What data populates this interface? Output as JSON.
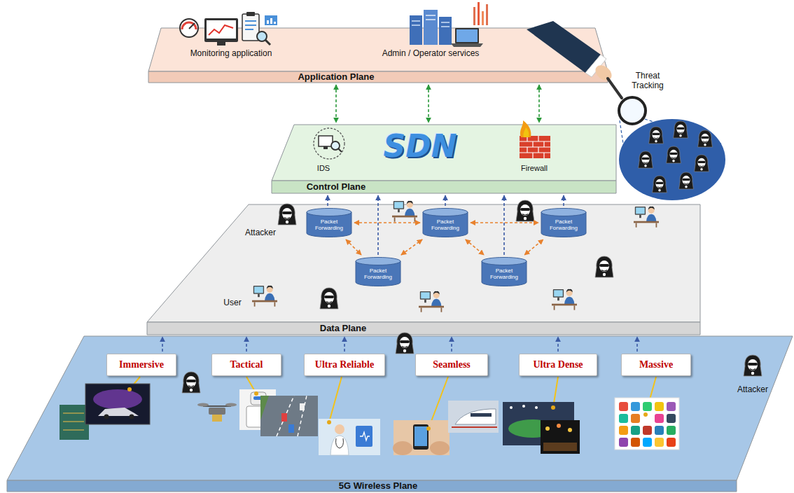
{
  "diagram": {
    "nodes": [
      {
        "text": [
          "Application Plane"
        ]
      },
      {
        "text": [
          "Control Plane"
        ]
      },
      {
        "text": [
          "Data Plane"
        ]
      },
      {
        "text": [
          "Packet Forwarding"
        ],
        "in": 2
      },
      {
        "text": [
          "Packet Forwarding"
        ],
        "in": 2
      },
      {
        "text": [
          "Packet Forwarding"
        ],
        "in": 2
      },
      {
        "text": [
          "Packet Forwarding"
        ],
        "in": 2
      },
      {
        "text": [
          "Packet Forwarding"
        ],
        "in": 2
      },
      {
        "text": [
          "5G Wireless Plane"
        ]
      },
      {
        "text": [
          "Immersive"
        ],
        "in": 8
      },
      {
        "text": [
          "Tactical"
        ],
        "in": 8
      },
      {
        "text": [
          "Ultra Reliable"
        ],
        "in": 8
      },
      {
        "text": [
          "Seamless"
        ],
        "in": 8
      },
      {
        "text": [
          "Ultra Dense"
        ],
        "in": 8
      },
      {
        "text": [
          "Massive"
        ],
        "in": 8
      }
    ],
    "edges": [
      {
        "from": 0,
        "to": 1,
        "arrow": "both"
      },
      {
        "from": 0,
        "to": 1,
        "arrow": "both"
      },
      {
        "from": 0,
        "to": 1,
        "arrow": "both"
      },
      {
        "from": 3,
        "to": 1,
        "arrow": "to"
      },
      {
        "from": 6,
        "to": 1,
        "arrow": "to"
      },
      {
        "from": 4,
        "to": 1,
        "arrow": "to"
      },
      {
        "from": 7,
        "to": 1,
        "arrow": "to"
      },
      {
        "from": 5,
        "to": 1,
        "arrow": "to"
      },
      {
        "from": 3,
        "to": 4,
        "arrow": "both"
      },
      {
        "from": 4,
        "to": 5,
        "arrow": "both"
      },
      {
        "from": 3,
        "to": 6,
        "arrow": "both"
      },
      {
        "from": 6,
        "to": 4,
        "arrow": "both"
      },
      {
        "from": 4,
        "to": 7,
        "arrow": "both"
      },
      {
        "from": 7,
        "to": 5,
        "arrow": "both"
      },
      {
        "from": 9,
        "to": 2,
        "arrow": "to"
      },
      {
        "from": 10,
        "to": 2,
        "arrow": "to"
      },
      {
        "from": 11,
        "to": 2,
        "arrow": "to"
      },
      {
        "from": 12,
        "to": 2,
        "arrow": "to"
      },
      {
        "from": 13,
        "to": 2,
        "arrow": "to"
      },
      {
        "from": 14,
        "to": 2,
        "arrow": "to"
      }
    ],
    "labels": [
      "Monitoring application",
      "Admin / Operator services",
      "Threat Tracking",
      "IDS",
      "SDN",
      "Firewall",
      "Attacker",
      "User",
      "Attacker"
    ]
  }
}
